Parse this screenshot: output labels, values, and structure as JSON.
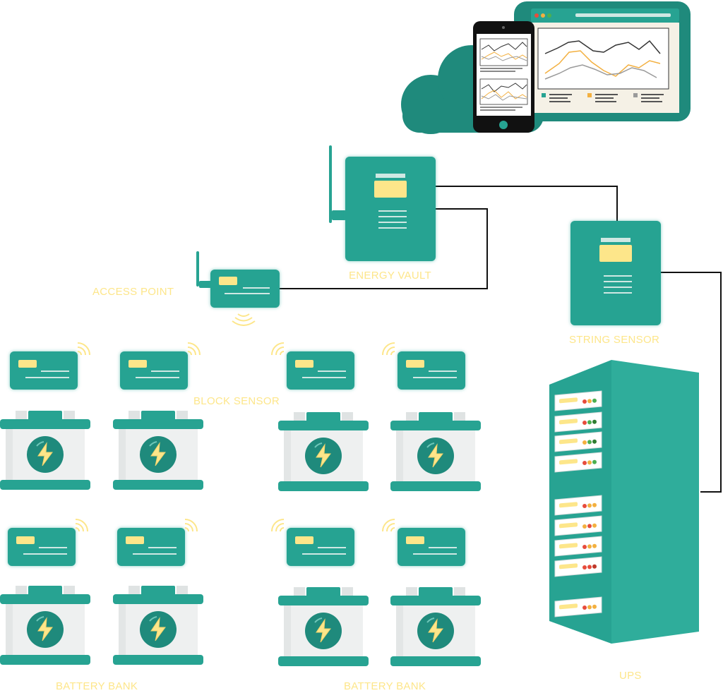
{
  "labels": {
    "energy_vault": "ENERGY VAULT",
    "access_point": "ACCESS POINT",
    "string_sensor": "STRING SENSOR",
    "block_sensor": "BLOCK SENSOR",
    "battery_bank_left": "BATTERY BANK",
    "battery_bank_right": "BATTERY BANK",
    "ups": "UPS"
  },
  "colors": {
    "teal": "#27a392",
    "teal_dark": "#1c7d70",
    "yellow": "#fde68a",
    "line": "#111111",
    "battery_body": "#eef0f0",
    "line_orange": "#f3b040",
    "line_gray": "#9a9a9a"
  },
  "icons": {
    "cloud": "cloud-icon",
    "monitor": "monitor-icon",
    "phone": "smartphone-icon",
    "antenna": "antenna-icon",
    "wifi": "wifi-icon",
    "battery": "battery-icon",
    "bolt": "lightning-bolt-icon",
    "server": "server-rack-icon"
  }
}
